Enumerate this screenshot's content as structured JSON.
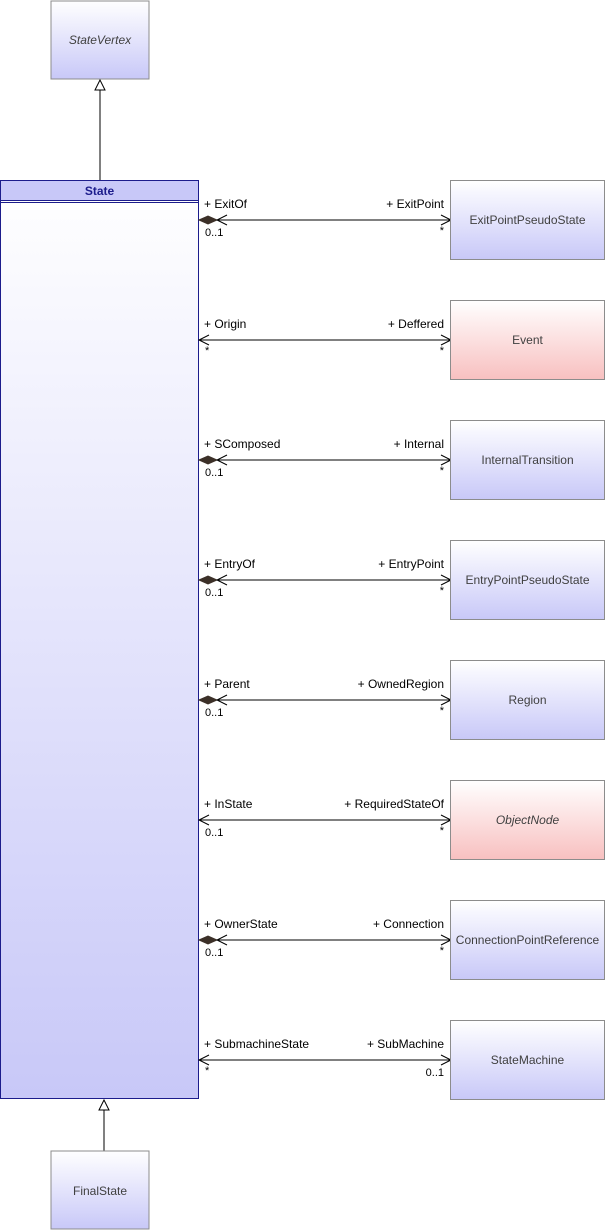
{
  "colors": {
    "blue_fill_top": "#ffffff",
    "blue_fill_bottom": "#c8c8f8",
    "pink_fill_top": "#ffffff",
    "pink_fill_bottom": "#f8c0c0",
    "box_border": "#8c8c8c",
    "state_border": "#1c1c8c",
    "line": "#000000",
    "composite_diamond": "#3c3028"
  },
  "classes": {
    "state_vertex": {
      "name": "StateVertex",
      "italic": true
    },
    "state": {
      "name": "State"
    },
    "final_state": {
      "name": "FinalState"
    }
  },
  "associations": [
    {
      "source_role": "+ ExitOf",
      "source_mult": "0..1",
      "target_role": "+ ExitPoint",
      "target_mult": "*",
      "target_class": "ExitPointPseudoState",
      "composite": true,
      "theme": "blue",
      "italic": false
    },
    {
      "source_role": "+ Origin",
      "source_mult": "*",
      "target_role": "+ Deffered",
      "target_mult": "*",
      "target_class": "Event",
      "composite": false,
      "theme": "pink",
      "italic": false
    },
    {
      "source_role": "+ SComposed",
      "source_mult": "0..1",
      "target_role": "+ Internal",
      "target_mult": "*",
      "target_class": "InternalTransition",
      "composite": true,
      "theme": "blue",
      "italic": false
    },
    {
      "source_role": "+ EntryOf",
      "source_mult": "0..1",
      "target_role": "+ EntryPoint",
      "target_mult": "*",
      "target_class": "EntryPointPseudoState",
      "composite": true,
      "theme": "blue",
      "italic": false
    },
    {
      "source_role": "+ Parent",
      "source_mult": "0..1",
      "target_role": "+ OwnedRegion",
      "target_mult": "*",
      "target_class": "Region",
      "composite": true,
      "theme": "blue",
      "italic": false
    },
    {
      "source_role": "+ InState",
      "source_mult": "0..1",
      "target_role": "+ RequiredStateOf",
      "target_mult": "*",
      "target_class": "ObjectNode",
      "composite": false,
      "theme": "pink",
      "italic": true
    },
    {
      "source_role": "+ OwnerState",
      "source_mult": "0..1",
      "target_role": "+ Connection",
      "target_mult": "*",
      "target_class": "ConnectionPointReference",
      "composite": true,
      "theme": "blue",
      "italic": false
    },
    {
      "source_role": "+ SubmachineState",
      "source_mult": "*",
      "target_role": "+ SubMachine",
      "target_mult": "0..1",
      "target_class": "StateMachine",
      "composite": false,
      "theme": "blue",
      "italic": false
    }
  ]
}
